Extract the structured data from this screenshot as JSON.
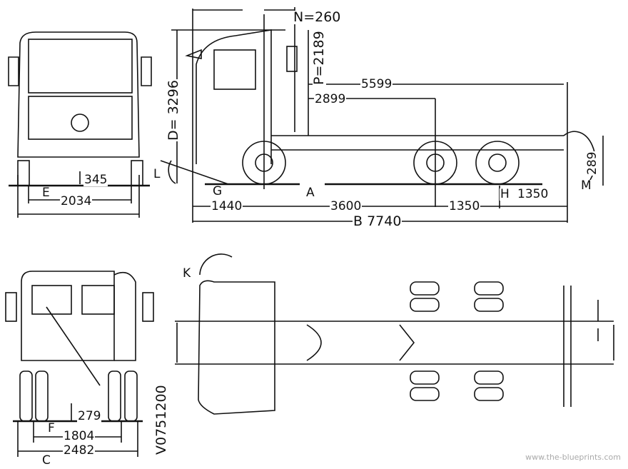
{
  "front_view": {
    "dim_345": "345",
    "label_e": "E",
    "dim_width": "2034"
  },
  "side_view": {
    "n_label": "N=260",
    "p_label": "P=2189",
    "d_label": "D= 3296",
    "dim_5599": "5599",
    "dim_2899": "2899",
    "label_l": "L",
    "label_g": "G",
    "label_a": "A",
    "label_h": "H",
    "label_m": "M",
    "dim_289": "289",
    "dim_1440": "1440",
    "dim_3600": "3600",
    "dim_1350_a": "1350",
    "dim_1350_b": "1350",
    "total_length": "B 7740"
  },
  "rear_view": {
    "dim_279": "279",
    "label_f": "F",
    "dim_1804": "1804",
    "label_c": "C",
    "dim_2482": "2482"
  },
  "top_view": {
    "label_k": "K"
  },
  "drawing_code": "V0751200",
  "watermark": "www.the-blueprints.com"
}
